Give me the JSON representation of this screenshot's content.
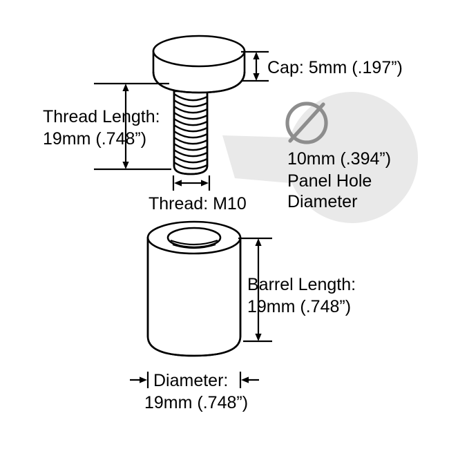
{
  "diagram": {
    "title": "Barrel nut and screw dimension diagram",
    "background_color": "#ffffff",
    "line_color": "#000000",
    "callout_bg_color": "#e9e9e9",
    "diameter_symbol_color": "#8d8d8d"
  },
  "labels": {
    "cap": "Cap: 5mm (.197”)",
    "thread_length_line1": "Thread Length:",
    "thread_length_line2": "19mm (.748”)",
    "thread_spec": "Thread: M10",
    "barrel_length_line1": "Barrel Length:",
    "barrel_length_line2": "19mm (.748”)",
    "diameter_line1": "Diameter:",
    "diameter_line2": "19mm (.748”)"
  },
  "callout": {
    "symbol": "diameter-symbol",
    "line1": "10mm (.394”)",
    "line2": "Panel Hole",
    "line3": "Diameter"
  },
  "measurements": {
    "cap_height_mm": 5,
    "cap_height_in": 0.197,
    "thread_length_mm": 19,
    "thread_length_in": 0.748,
    "thread_size": "M10",
    "barrel_length_mm": 19,
    "barrel_length_in": 0.748,
    "barrel_diameter_mm": 19,
    "barrel_diameter_in": 0.748,
    "panel_hole_diameter_mm": 10,
    "panel_hole_diameter_in": 0.394
  }
}
